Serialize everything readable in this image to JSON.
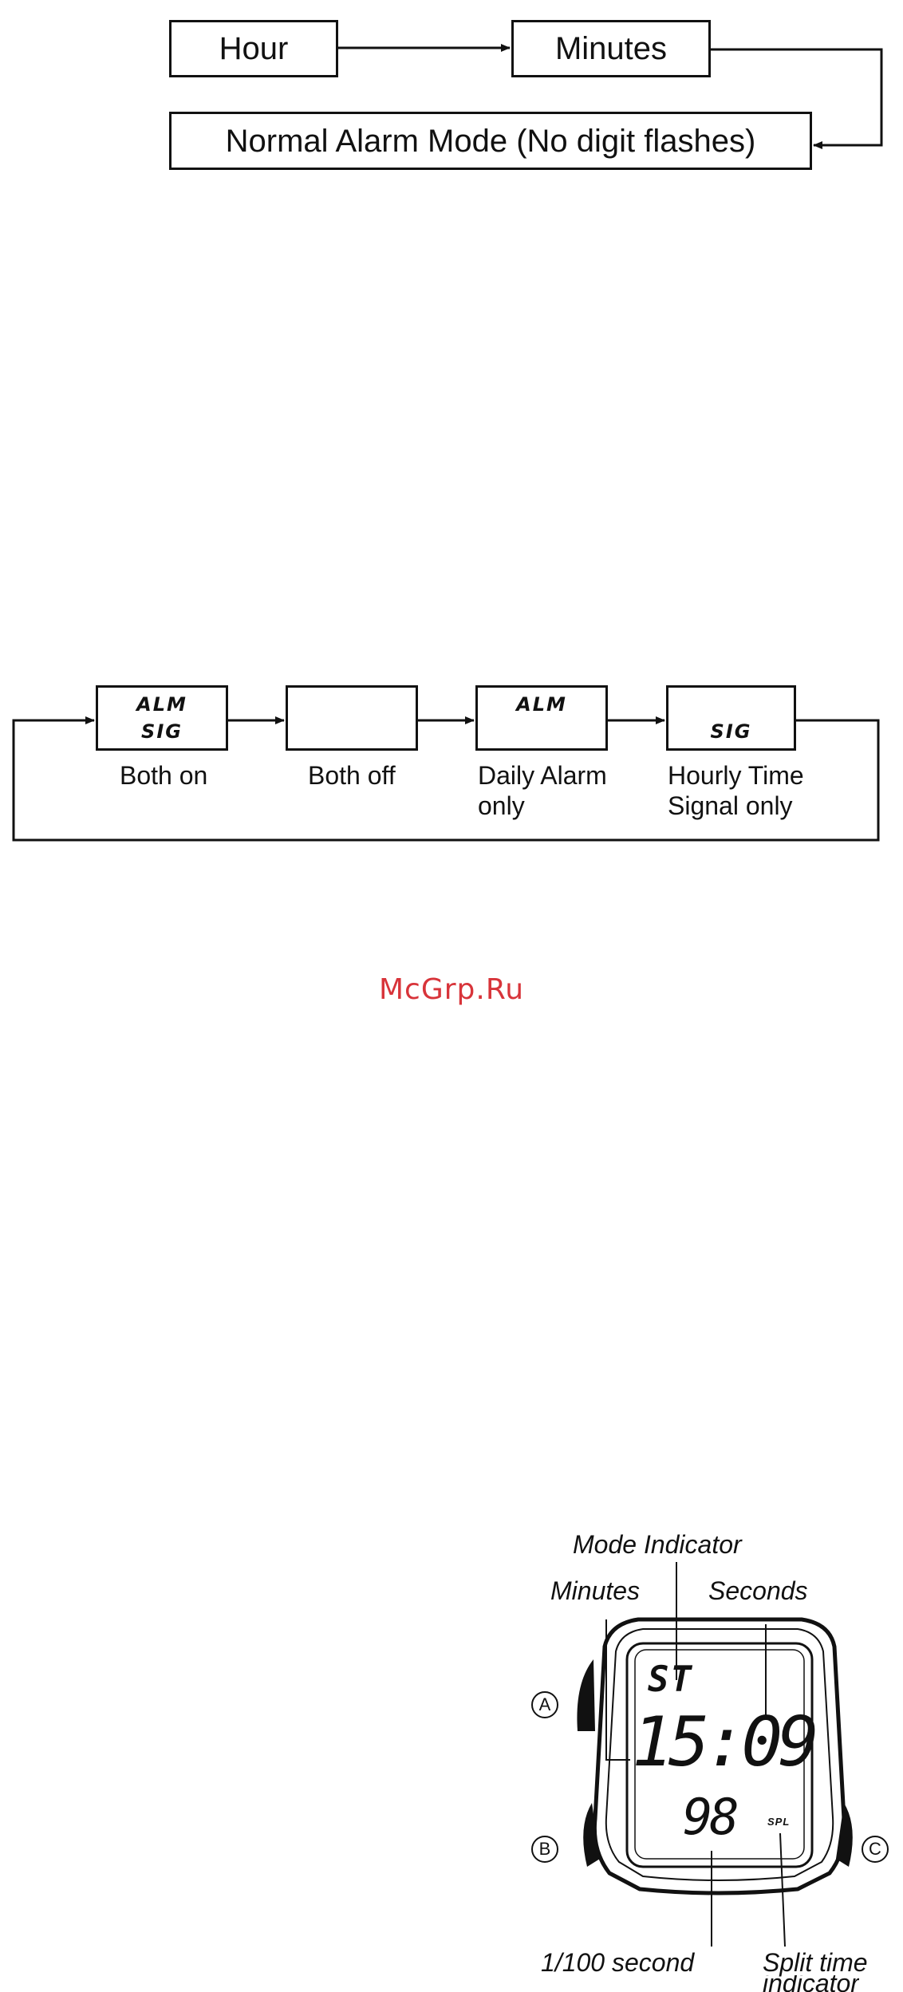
{
  "alarm_setting_flow": {
    "hour": "Hour",
    "minutes": "Minutes",
    "normal_alarm_mode": "Normal Alarm Mode (No digit flashes)"
  },
  "alarm_status_cycle": {
    "states": [
      {
        "line1": "ALM",
        "line2": "SIG",
        "caption1": "Both on",
        "caption2": ""
      },
      {
        "line1": "",
        "line2": "",
        "caption1": "Both off",
        "caption2": ""
      },
      {
        "line1": "ALM",
        "line2": "",
        "caption1": "Daily Alarm",
        "caption2": "only"
      },
      {
        "line1": "",
        "line2": "SIG",
        "caption1": "Hourly Time",
        "caption2": "Signal only"
      }
    ]
  },
  "watermark": "McGrp.Ru",
  "watch_diagram": {
    "labels": {
      "mode_indicator": "Mode Indicator",
      "minutes": "Minutes",
      "seconds": "Seconds",
      "hundredths": "1/100 second",
      "split_line1": "Split time",
      "split_line2": "indicator"
    },
    "buttons": {
      "a": "A",
      "b": "B",
      "c": "C"
    },
    "display": {
      "mode": "ST",
      "time": "15:09",
      "hundredths": "98",
      "split": "SPL"
    }
  }
}
